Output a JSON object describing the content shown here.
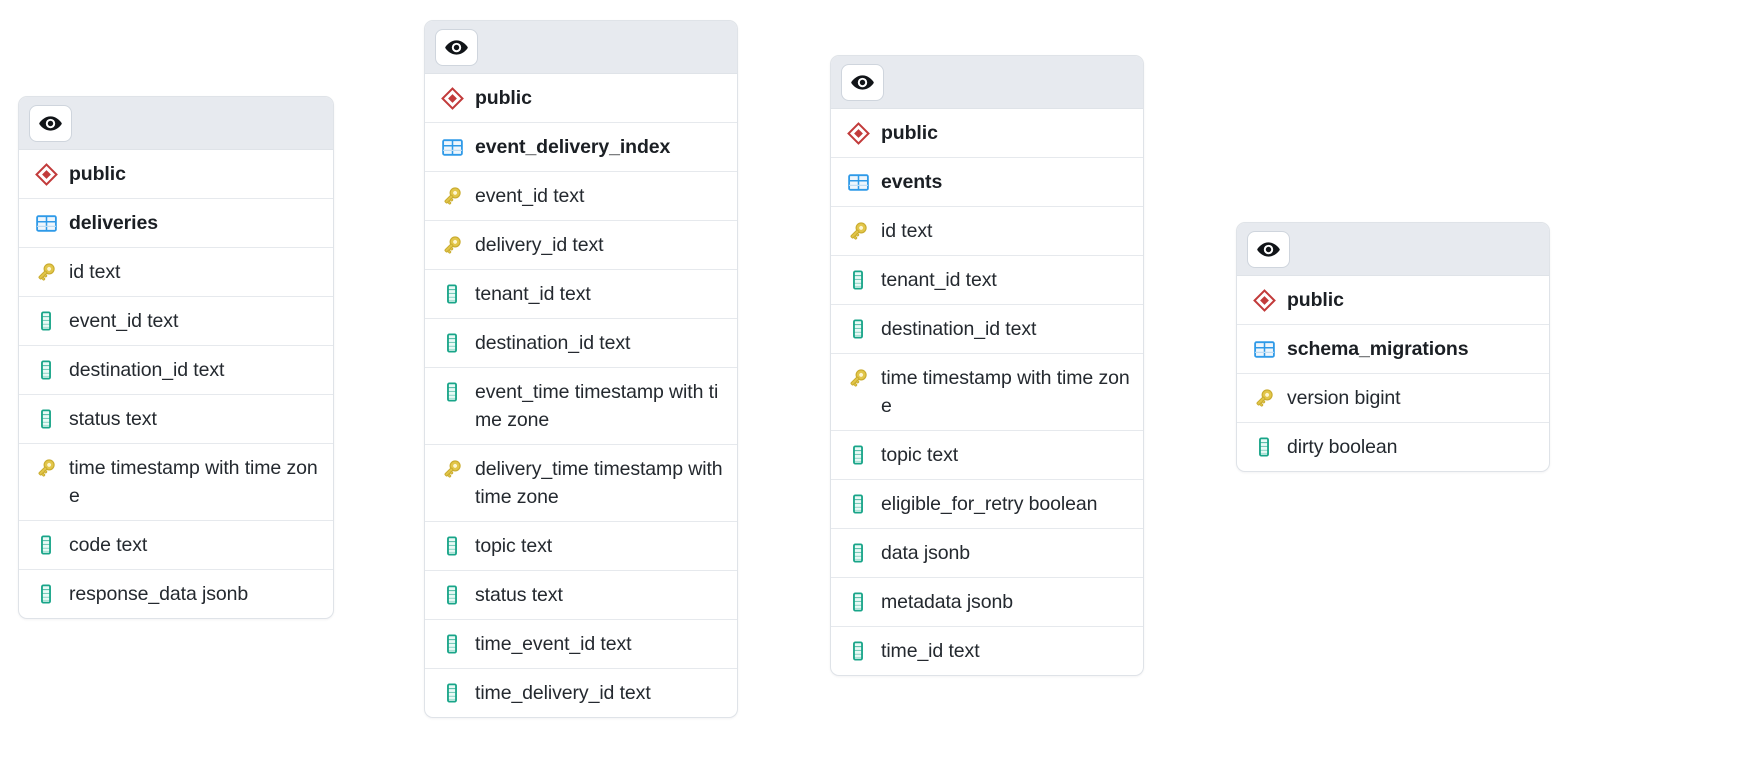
{
  "diagram": {
    "kind": "database-schema-erd",
    "background_color": "#ffffff",
    "colors": {
      "card_border": "#dfe3e8",
      "card_header_bg": "#e7eaef",
      "row_divider": "#e6e9ed",
      "text": "#24292f",
      "schema_icon": "#c23b3b",
      "table_icon": "#2f9ae8",
      "key_icon": "#e2c64a",
      "column_icon": "#19a589"
    },
    "header_button": {
      "icon": "eye-icon",
      "label": ""
    }
  },
  "tables": [
    {
      "schema": "public",
      "name": "deliveries",
      "columns": [
        {
          "label": "id text",
          "icon": "key-icon"
        },
        {
          "label": "event_id text",
          "icon": "column-icon"
        },
        {
          "label": "destination_id text",
          "icon": "column-icon"
        },
        {
          "label": "status text",
          "icon": "column-icon"
        },
        {
          "label": "time timestamp with time zone",
          "icon": "key-icon"
        },
        {
          "label": "code text",
          "icon": "column-icon"
        },
        {
          "label": "response_data jsonb",
          "icon": "column-icon"
        }
      ]
    },
    {
      "schema": "public",
      "name": "event_delivery_index",
      "columns": [
        {
          "label": "event_id text",
          "icon": "key-icon"
        },
        {
          "label": "delivery_id text",
          "icon": "key-icon"
        },
        {
          "label": "tenant_id text",
          "icon": "column-icon"
        },
        {
          "label": "destination_id text",
          "icon": "column-icon"
        },
        {
          "label": "event_time timestamp with time zone",
          "icon": "column-icon"
        },
        {
          "label": "delivery_time timestamp with time zone",
          "icon": "key-icon"
        },
        {
          "label": "topic text",
          "icon": "column-icon"
        },
        {
          "label": "status text",
          "icon": "column-icon"
        },
        {
          "label": "time_event_id text",
          "icon": "column-icon"
        },
        {
          "label": "time_delivery_id text",
          "icon": "column-icon"
        }
      ]
    },
    {
      "schema": "public",
      "name": "events",
      "columns": [
        {
          "label": "id text",
          "icon": "key-icon"
        },
        {
          "label": "tenant_id text",
          "icon": "column-icon"
        },
        {
          "label": "destination_id text",
          "icon": "column-icon"
        },
        {
          "label": "time timestamp with time zone",
          "icon": "key-icon"
        },
        {
          "label": "topic text",
          "icon": "column-icon"
        },
        {
          "label": "eligible_for_retry boolean",
          "icon": "column-icon"
        },
        {
          "label": "data jsonb",
          "icon": "column-icon"
        },
        {
          "label": "metadata jsonb",
          "icon": "column-icon"
        },
        {
          "label": "time_id text",
          "icon": "column-icon"
        }
      ]
    },
    {
      "schema": "public",
      "name": "schema_migrations",
      "columns": [
        {
          "label": "version bigint",
          "icon": "key-icon"
        },
        {
          "label": "dirty boolean",
          "icon": "column-icon"
        }
      ]
    }
  ]
}
